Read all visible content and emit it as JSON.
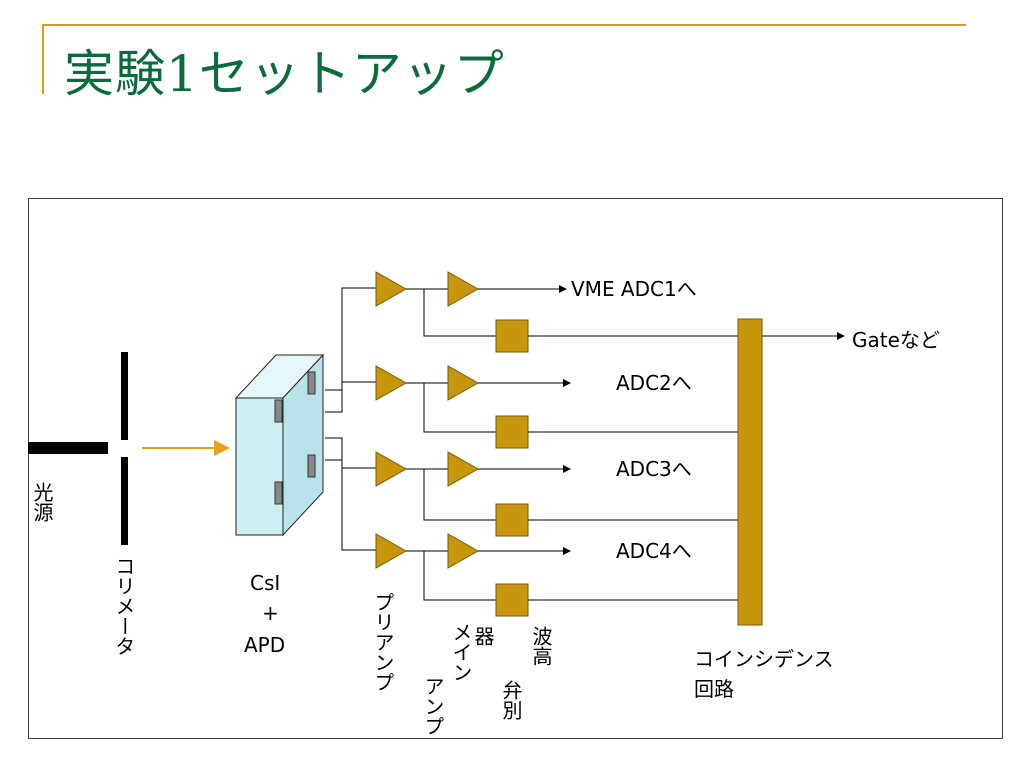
{
  "slide": {
    "title": "実験1セットアップ"
  },
  "diagram": {
    "source_label": "光源",
    "collimator_label": "コリメータ",
    "detector_label": [
      "CsI",
      "+",
      "APD"
    ],
    "preamp_label": "プリアンプ",
    "main_amp_label": [
      "メイン",
      "アンプ"
    ],
    "discriminator_label": [
      "波高",
      "弁別",
      "器"
    ],
    "coincidence_label": [
      "コインシデンス",
      "回路"
    ],
    "outputs": [
      "VME ADC1へ",
      "ADC2へ",
      "ADC3へ",
      "ADC4へ"
    ],
    "gate_label": "Gateなど"
  },
  "colors": {
    "accent": "#d4a017",
    "title": "#0b6b3a",
    "amp": "#c8960c",
    "detector": "#cdeef3",
    "beam": "#e8a020"
  }
}
